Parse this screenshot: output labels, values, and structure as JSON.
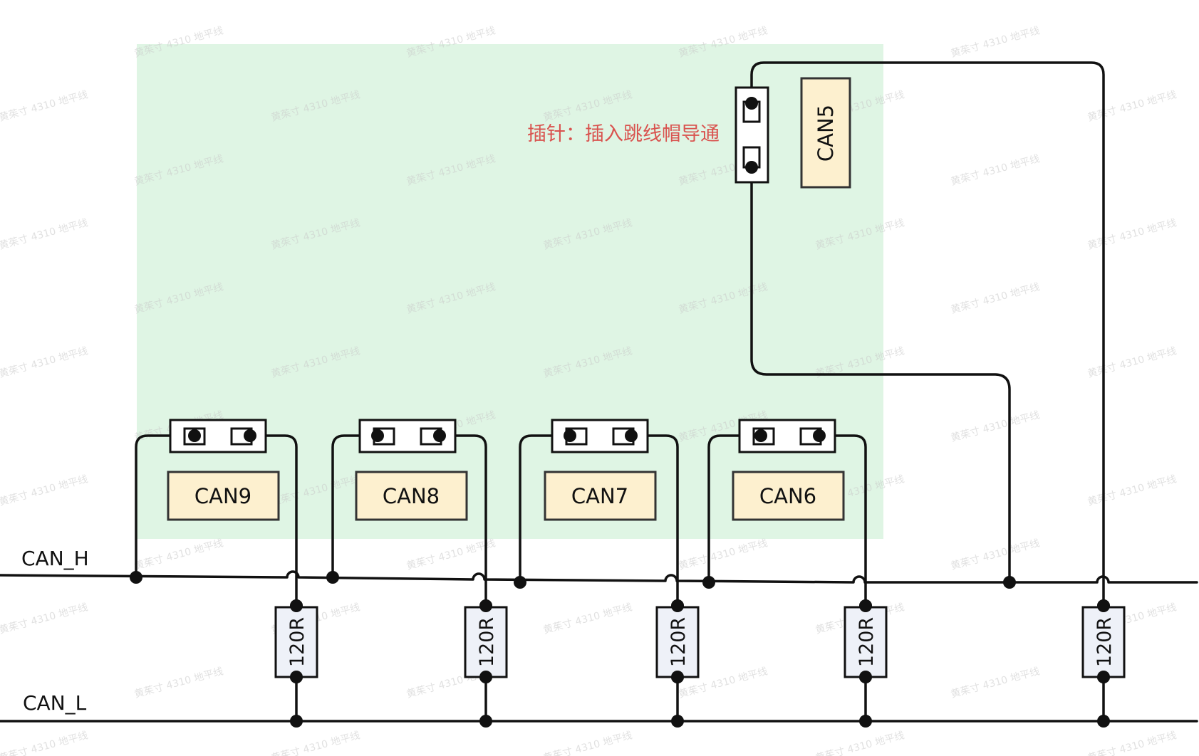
{
  "colors": {
    "board_fill": "#dff5e4",
    "label_fill": "#fdf0cf",
    "label_stroke": "#333333",
    "header_fill": "#ffffff",
    "wire": "#111111",
    "annotation": "#d9534f"
  },
  "buses": {
    "high": "CAN_H",
    "low": "CAN_L"
  },
  "annotation": "插针：插入跳线帽导通",
  "nodes": [
    {
      "label": "CAN9",
      "resistor": "120R"
    },
    {
      "label": "CAN8",
      "resistor": "120R"
    },
    {
      "label": "CAN7",
      "resistor": "120R"
    },
    {
      "label": "CAN6",
      "resistor": "120R"
    },
    {
      "label": "CAN5",
      "resistor": "120R"
    }
  ],
  "watermark": "黄茱寸 4310 地平线"
}
